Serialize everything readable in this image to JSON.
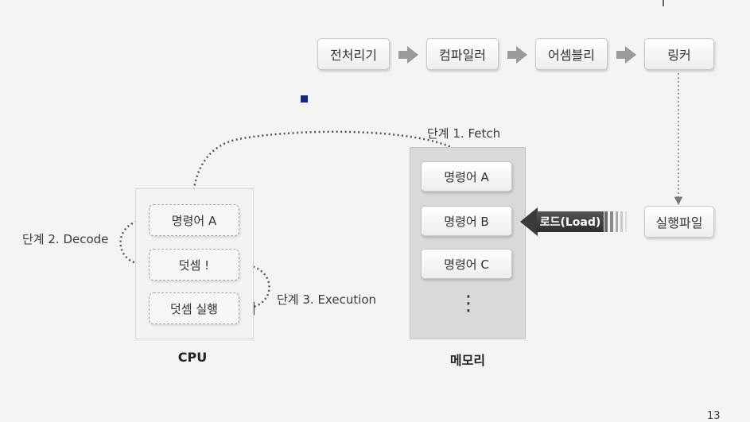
{
  "pipeline": {
    "steps": [
      "전처리기",
      "컴파일러",
      "어셈블리",
      "링커"
    ],
    "output": "실행파일"
  },
  "cpu": {
    "caption": "CPU",
    "instructions": [
      "명령어 A",
      "덧셈 !",
      "덧셈 실행"
    ]
  },
  "memory": {
    "caption": "메모리",
    "instructions": [
      "명령어 A",
      "명령어 B",
      "명령어 C"
    ],
    "ellipsis": "⋮"
  },
  "load_label": "로드(Load)",
  "stages": {
    "fetch": "단계 1. Fetch",
    "decode": "단계 2. Decode",
    "execution": "단계 3. Execution"
  },
  "colors": {
    "accent_square": "#1a237e",
    "load_arrow": "#3a3a3a"
  },
  "page_number": "13"
}
